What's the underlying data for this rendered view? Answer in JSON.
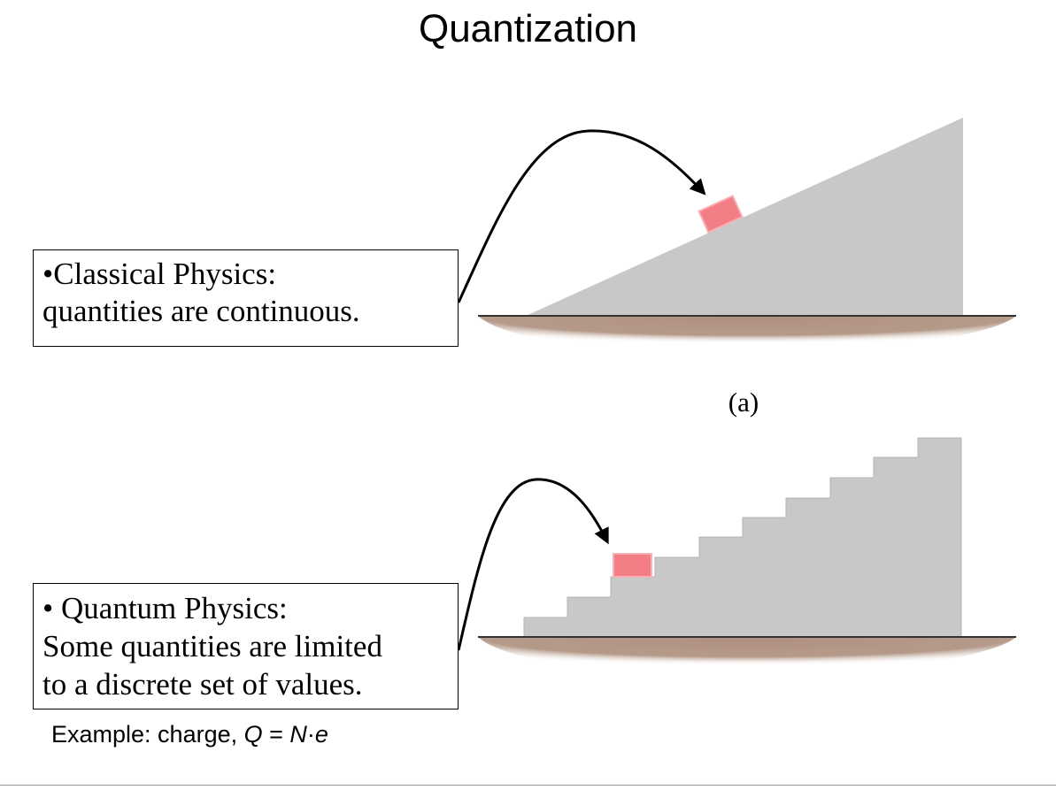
{
  "slide": {
    "title": "Quantization"
  },
  "classical": {
    "line1": "•Classical Physics:",
    "line2": "quantities are continuous."
  },
  "quantum": {
    "line1": "• Quantum Physics:",
    "line2": "Some quantities are limited",
    "line3": "to a discrete set of values."
  },
  "panel_label": "(a)",
  "example": {
    "prefix": "Example: charge, ",
    "q": "Q",
    "equals": " = ",
    "n": "N",
    "dot": "·",
    "e": "e"
  },
  "colors": {
    "ramp": "#c8c8c8",
    "block": "#f47e85",
    "ground": "#b09080"
  }
}
